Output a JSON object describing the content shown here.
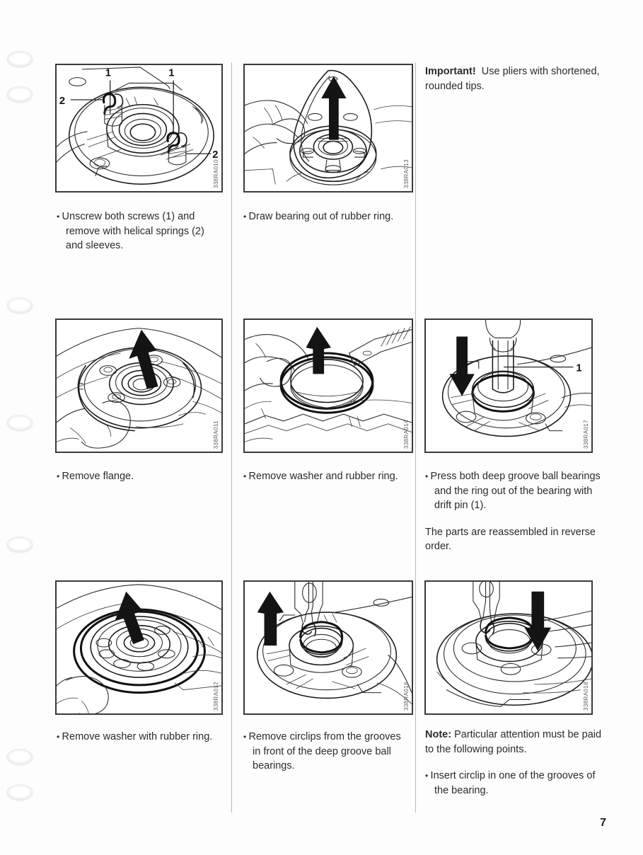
{
  "document": {
    "page_number": "7",
    "punch_holes": 6
  },
  "panels": [
    {
      "id": "panel-1",
      "figure_code": "338RA010",
      "callouts": [
        "1",
        "1",
        "2",
        "2"
      ],
      "caption": "Unscrew both screws (1) and remove with helical springs (2) and sleeves.",
      "caption_type": "bullet"
    },
    {
      "id": "panel-2",
      "figure_code": "338RA013",
      "callouts": [],
      "caption": "Draw bearing out of rubber ring.",
      "caption_type": "bullet"
    },
    {
      "id": "panel-3",
      "figure_code": "338RA011",
      "callouts": [],
      "caption": "Remove flange.",
      "caption_type": "bullet"
    },
    {
      "id": "panel-4",
      "figure_code": "338RA014",
      "callouts": [],
      "caption": "Remove washer and rubber ring.",
      "caption_type": "bullet"
    },
    {
      "id": "panel-5",
      "figure_code": "338RA017",
      "callouts": [
        "1"
      ],
      "caption": "Press both deep groove ball bearings and the ring out of the bearing with drift pin (1).",
      "caption_type": "bullet"
    },
    {
      "id": "panel-6",
      "figure_code": "338RA012",
      "callouts": [],
      "caption": "Remove washer with rubber ring.",
      "caption_type": "bullet"
    },
    {
      "id": "panel-7",
      "figure_code": "338RA016",
      "callouts": [],
      "caption": "Remove circlips from the grooves in front of the deep groove ball bearings.",
      "caption_type": "bullet"
    },
    {
      "id": "panel-8",
      "figure_code": "338RA018",
      "callouts": [],
      "caption": "Insert circlip in one of the grooves of the bearing.",
      "caption_type": "bullet"
    }
  ],
  "notes": {
    "important": {
      "lead": "Important!",
      "body": "Use pliers with shortened, rounded tips."
    },
    "reassembly": {
      "body": "The parts are reassembled in reverse order."
    },
    "note": {
      "lead": "Note:",
      "body": "Particular attention must be paid to the following points."
    }
  },
  "colors": {
    "ink": "#231f20",
    "panel_border": "#3a3a3a",
    "divider": "#b9b9b9",
    "paper": "#fdfdfd"
  }
}
